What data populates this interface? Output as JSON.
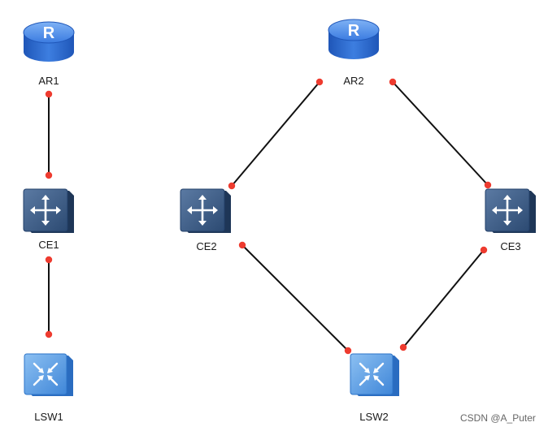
{
  "diagram": {
    "nodes": [
      {
        "id": "AR1",
        "label": "AR1",
        "type": "router",
        "icon": "router-icon"
      },
      {
        "id": "CE1",
        "label": "CE1",
        "type": "l3-switch",
        "icon": "switch-icon"
      },
      {
        "id": "LSW1",
        "label": "LSW1",
        "type": "core-switch",
        "icon": "core-switch-icon"
      },
      {
        "id": "AR2",
        "label": "AR2",
        "type": "router",
        "icon": "router-icon"
      },
      {
        "id": "CE2",
        "label": "CE2",
        "type": "l3-switch",
        "icon": "switch-icon"
      },
      {
        "id": "CE3",
        "label": "CE3",
        "type": "l3-switch",
        "icon": "switch-icon"
      },
      {
        "id": "LSW2",
        "label": "LSW2",
        "type": "core-switch",
        "icon": "core-switch-icon"
      }
    ],
    "links": [
      {
        "from": "AR1",
        "to": "CE1"
      },
      {
        "from": "CE1",
        "to": "LSW1"
      },
      {
        "from": "AR2",
        "to": "CE2"
      },
      {
        "from": "AR2",
        "to": "CE3"
      },
      {
        "from": "CE2",
        "to": "LSW2"
      },
      {
        "from": "CE3",
        "to": "LSW2"
      }
    ],
    "colors": {
      "router": "#2f6fd6",
      "switch": "#2c4a72",
      "core_switch": "#4a90e2",
      "link": "#111111",
      "port": "#ee3b2f"
    }
  },
  "watermark": "CSDN @A_Puter"
}
